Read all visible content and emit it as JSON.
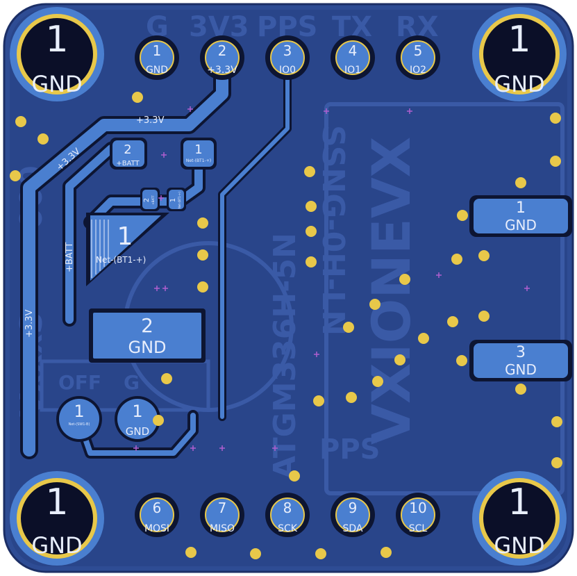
{
  "colors": {
    "board": "#2e4c94",
    "board_edge": "#1c2f66",
    "copper_pour": "#29458a",
    "trace": "#4a7fd0",
    "trace_outline": "#0d1532",
    "pad": "#4a7fd0",
    "pad_ring": "#e8c84a",
    "hole": "#0b0f28",
    "silk_ghost": "#3a5aa6",
    "text": "#e8eefc",
    "via": "#e8c84a",
    "cross": "#b05fd0"
  },
  "silkscreen": {
    "header_top": [
      "G",
      "3V3",
      "PPS",
      "TX",
      "RX"
    ],
    "ghost_left": [
      "VxxxS",
      "000"
    ],
    "ghost_right_1": "VXIONEVX",
    "ghost_right_2": "SSNG-0H-LN",
    "ghost_right_3": "ATGM336H-5N",
    "ghost_pps": "PPS",
    "ghost_off": "OFF",
    "ghost_g": "G"
  },
  "mount_holes": [
    {
      "number": "1",
      "net": "GND"
    },
    {
      "number": "1",
      "net": "GND"
    },
    {
      "number": "1",
      "net": "GND"
    },
    {
      "number": "1",
      "net": "GND"
    }
  ],
  "top_pins": [
    {
      "number": "1",
      "net": "GND"
    },
    {
      "number": "2",
      "net": "+3.3V"
    },
    {
      "number": "3",
      "net": "IO0"
    },
    {
      "number": "4",
      "net": "IO1"
    },
    {
      "number": "5",
      "net": "IO2"
    }
  ],
  "bottom_pins": [
    {
      "number": "6",
      "net": "MOSI"
    },
    {
      "number": "7",
      "net": "MISO"
    },
    {
      "number": "8",
      "net": "SCK"
    },
    {
      "number": "9",
      "net": "SDA"
    },
    {
      "number": "10",
      "net": "SCL"
    }
  ],
  "right_pads": [
    {
      "number": "1",
      "net": "GND"
    },
    {
      "number": "3",
      "net": "GND"
    }
  ],
  "smd": {
    "batt_pad": {
      "number": "2",
      "net": "+BATT"
    },
    "r_pad": {
      "number": "1",
      "net": "Net-(BT1-+)"
    },
    "small_left": {
      "number": "2",
      "net": "+BATT"
    },
    "small_right": {
      "number": "1",
      "net": "Net-(BT1-+)"
    },
    "battery_plus": {
      "number": "1",
      "net": "Net-(BT1-+)"
    },
    "battery_gnd": {
      "number": "2",
      "net": "GND"
    },
    "switch_left": {
      "number": "1",
      "net": "Net-(SW1-B)"
    },
    "switch_right": {
      "number": "1",
      "net": "GND"
    }
  },
  "trace_labels": {
    "v33_top": "+3.3V",
    "v33_diag": "+3.3V",
    "v33_left": "+3.3V",
    "batt_vertical": "+BATT"
  }
}
